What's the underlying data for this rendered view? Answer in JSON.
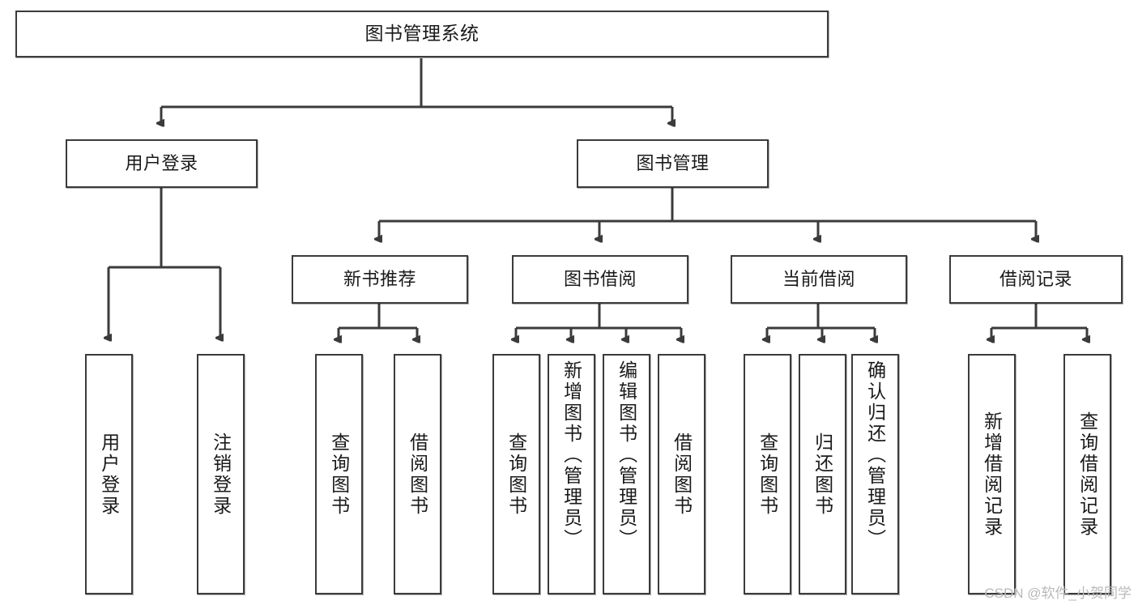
{
  "diagram": {
    "title": "图书管理系统",
    "type": "tree-hierarchy-chart",
    "colors": {
      "box_border": "#3b3b3b",
      "box_fill": "#ffffff",
      "connector": "#3b3b3b",
      "text": "#1a1a1a",
      "watermark": "#b9b9b9",
      "background": "#ffffff"
    },
    "root": {
      "label": "图书管理系统"
    },
    "level1": [
      {
        "label": "用户登录"
      },
      {
        "label": "图书管理"
      }
    ],
    "level2": [
      {
        "label": "新书推荐"
      },
      {
        "label": "图书借阅"
      },
      {
        "label": "当前借阅"
      },
      {
        "label": "借阅记录"
      }
    ],
    "leaves": {
      "user_login": [
        {
          "label": "用户登录"
        },
        {
          "label": "注销登录"
        }
      ],
      "new_book_recommend": [
        {
          "label": "查询图书"
        },
        {
          "label": "借阅图书"
        }
      ],
      "book_borrow": [
        {
          "label": "查询图书"
        },
        {
          "label": "新增图书（管理员）"
        },
        {
          "label": "编辑图书（管理员）"
        },
        {
          "label": "借阅图书"
        }
      ],
      "current_borrow": [
        {
          "label": "查询图书"
        },
        {
          "label": "归还图书"
        },
        {
          "label": "确认归还（管理员）"
        }
      ],
      "borrow_record": [
        {
          "label": "新增借阅记录"
        },
        {
          "label": "查询借阅记录"
        }
      ]
    }
  },
  "watermark": {
    "text": "CSDN @软件_小贺同学"
  }
}
